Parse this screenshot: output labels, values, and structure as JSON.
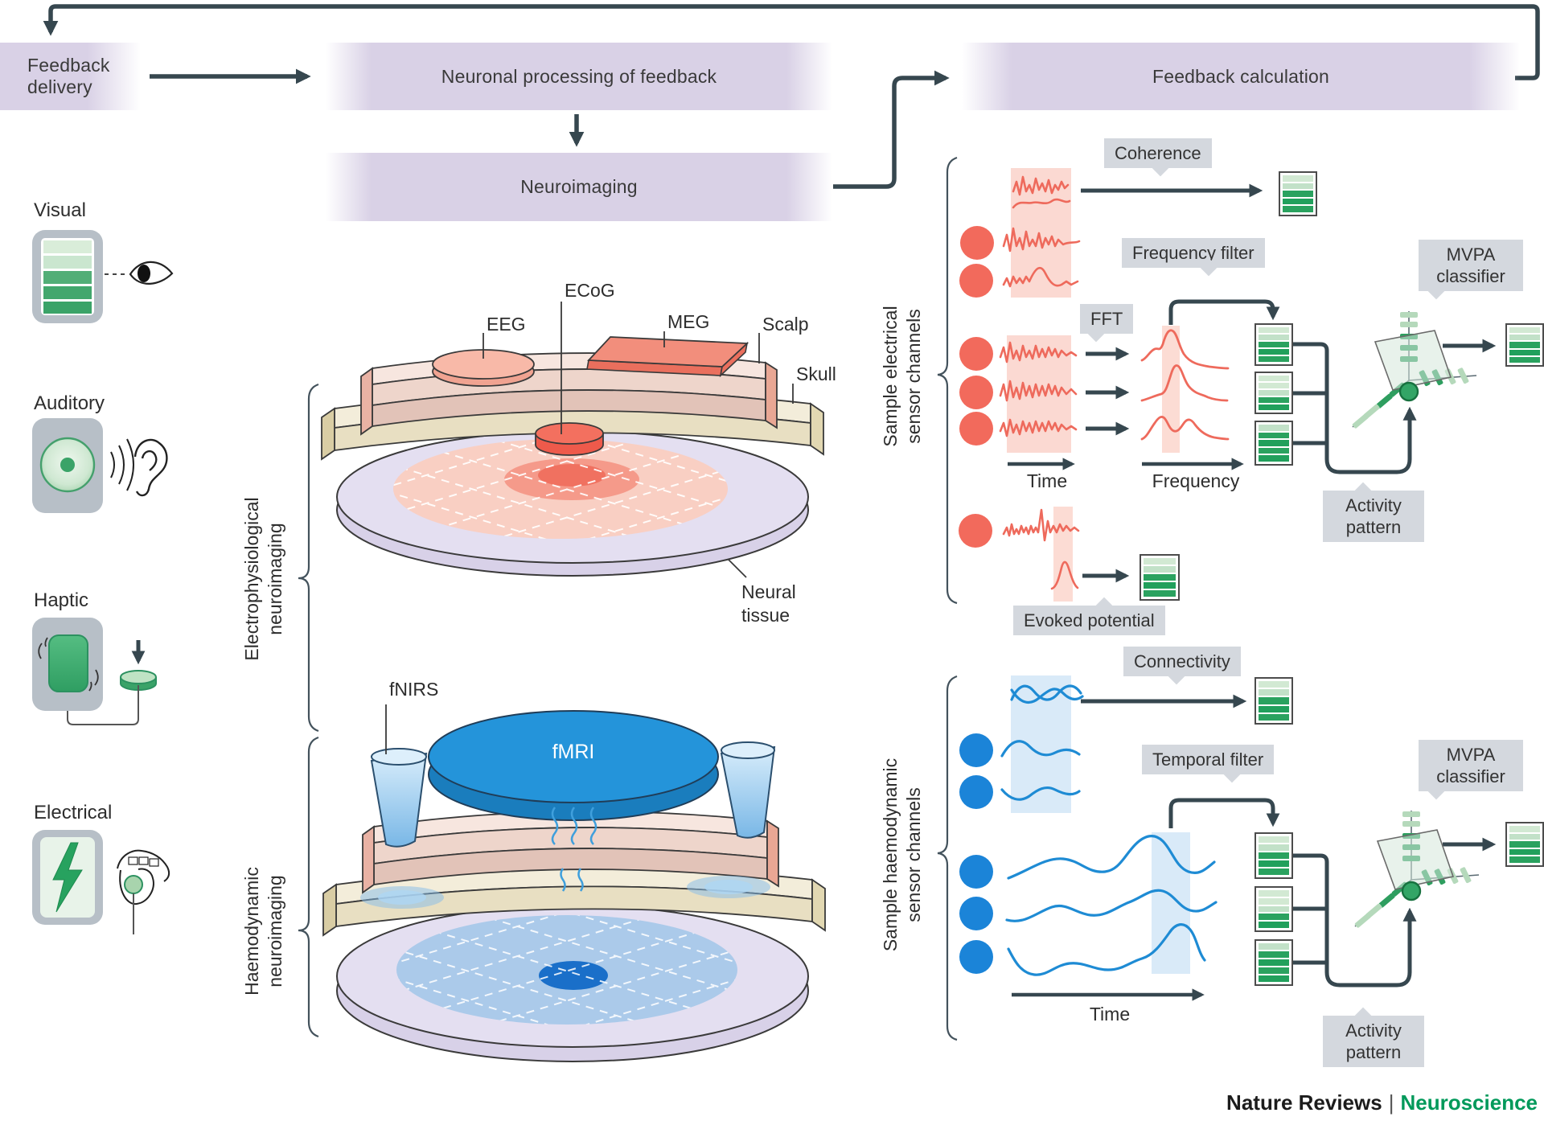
{
  "flow": {
    "feedback_delivery": "Feedback delivery",
    "neuronal_processing": "Neuronal processing of feedback",
    "neuroimaging": "Neuroimaging",
    "feedback_calculation": "Feedback calculation"
  },
  "modalities": {
    "visual": "Visual",
    "auditory": "Auditory",
    "haptic": "Haptic",
    "electrical": "Electrical"
  },
  "electro_imaging": {
    "section_line1": "Electrophysiological",
    "section_line2": "neuroimaging",
    "labels": {
      "eeg": "EEG",
      "ecog": "ECoG",
      "meg": "MEG",
      "scalp": "Scalp",
      "skull": "Skull",
      "neural_tissue": "Neural tissue"
    }
  },
  "haemo_imaging": {
    "section_line1": "Haemodynamic",
    "section_line2": "neuroimaging",
    "labels": {
      "fnirs": "fNIRS",
      "fmri": "fMRI"
    }
  },
  "electrical_pipeline": {
    "channels_line1": "Sample electrical",
    "channels_line2": "sensor channels",
    "coherence": "Coherence",
    "fft": "FFT",
    "frequency_filter": "Frequency filter",
    "evoked_potential": "Evoked potential",
    "time_axis": "Time",
    "frequency_axis": "Frequency",
    "activity_pattern": "Activity pattern",
    "mvpa_classifier": "MVPA classifier"
  },
  "haemodynamic_pipeline": {
    "channels_line1": "Sample haemodynamic",
    "channels_line2": "sensor channels",
    "connectivity": "Connectivity",
    "temporal_filter": "Temporal filter",
    "time_axis": "Time",
    "activity_pattern": "Activity pattern",
    "mvpa_classifier": "MVPA classifier"
  },
  "footer": {
    "journal": "Nature Reviews",
    "separator": "|",
    "magazine": "Neuroscience"
  },
  "colors": {
    "flow_box_purple": "#d9d1e6",
    "arrow_dark": "#36474f",
    "callout_grey": "#d4d8de",
    "signal_red": "#ee6a5c",
    "band_pink": "#fbd9d2",
    "signal_blue": "#1e8bd4",
    "band_blue": "#d9eaf8",
    "bars_green_dark": "#2aa25f",
    "bars_green_light": "#c9e4cb",
    "footer_green": "#00995a"
  }
}
